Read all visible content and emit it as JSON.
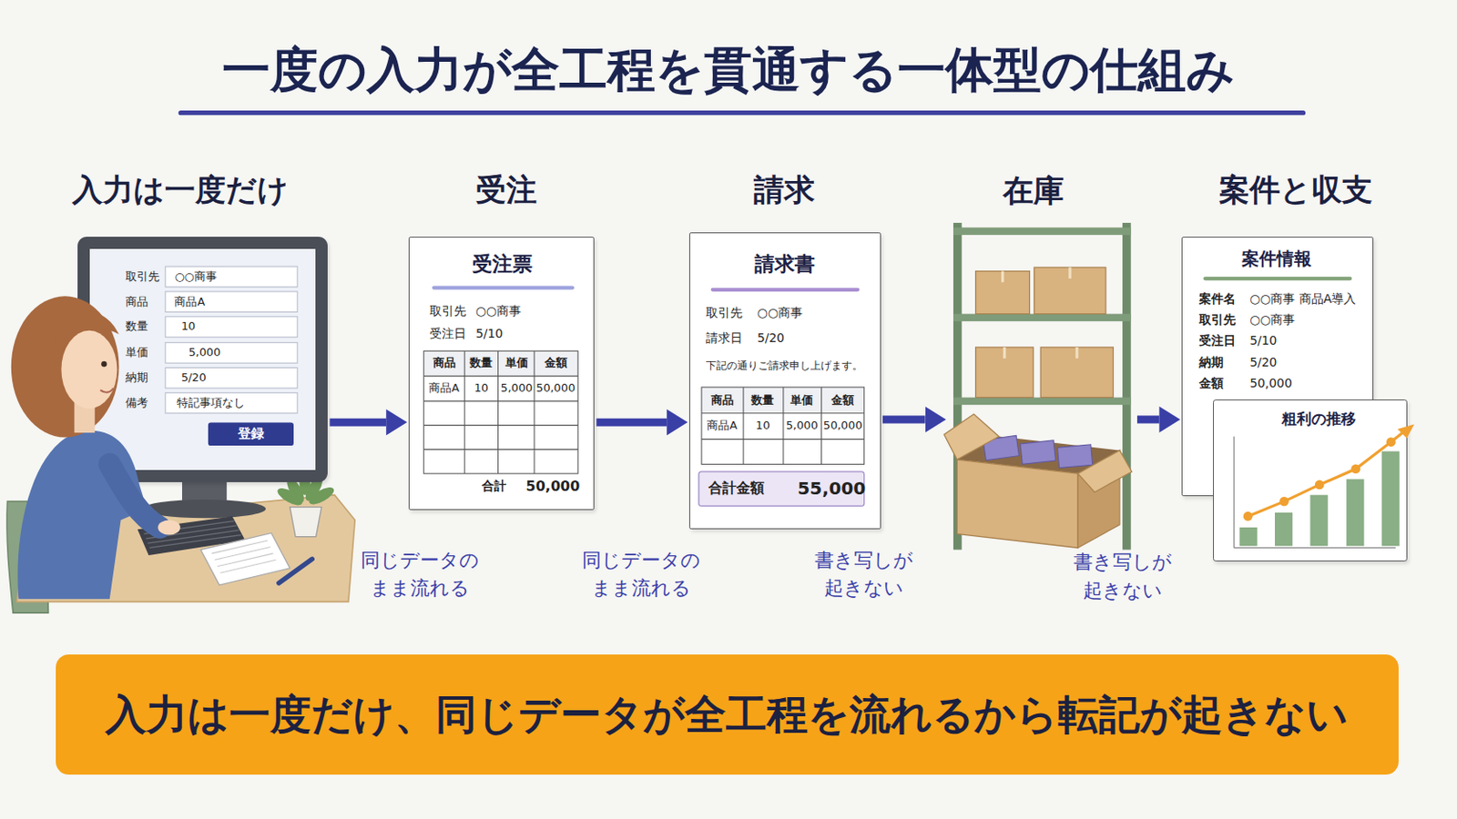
{
  "diagram": {
    "title": "一度の入力が全工程を貫通する一体型の仕組み",
    "caption": "入力は一度だけ、同じデータが全工程を流れるから転記が起きない",
    "nodes": [
      {
        "text": [
          "入力は一度だけ"
        ]
      },
      {
        "text": [
          "受注",
          "受注票"
        ]
      },
      {
        "text": [
          "請求",
          "請求書"
        ]
      },
      {
        "text": [
          "在庫"
        ]
      },
      {
        "text": [
          "案件と収支",
          "案件情報"
        ]
      },
      {
        "text": [
          "粗利の推移"
        ]
      }
    ],
    "edges": [
      {
        "from": 0,
        "to": 1,
        "arrow": "to",
        "label": "同じデータの まま流れる"
      },
      {
        "from": 1,
        "to": 2,
        "arrow": "to",
        "label": "同じデータの まま流れる"
      },
      {
        "from": 2,
        "to": 3,
        "arrow": "to",
        "label": "書き写しが 起きない"
      },
      {
        "from": 3,
        "to": 4,
        "arrow": "to",
        "label": "書き写しが 起きない"
      }
    ],
    "labels": [
      "取引先",
      "○○商事",
      "商品",
      "商品A",
      "数量",
      "10",
      "単価",
      "5,000",
      "納期",
      "5/20",
      "備考",
      "特記事項なし",
      "登録",
      "取引先",
      "○○商事",
      "受注日",
      "5/10",
      "商品",
      "数量",
      "単価",
      "金額",
      "商品A",
      "10",
      "5,000",
      "50,000",
      "合計",
      "50,000",
      "取引先",
      "○○商事",
      "請求日",
      "5/20",
      "下記の通りご請求申し上げます。",
      "商品",
      "数量",
      "単価",
      "金額",
      "商品A",
      "10",
      "5,000",
      "50,000",
      "合計金額",
      "55,000",
      "案件名",
      "○○商事 商品A導入",
      "取引先",
      "○○商事",
      "受注日",
      "5/10",
      "納期",
      "5/20",
      "金額",
      "50,000"
    ]
  }
}
